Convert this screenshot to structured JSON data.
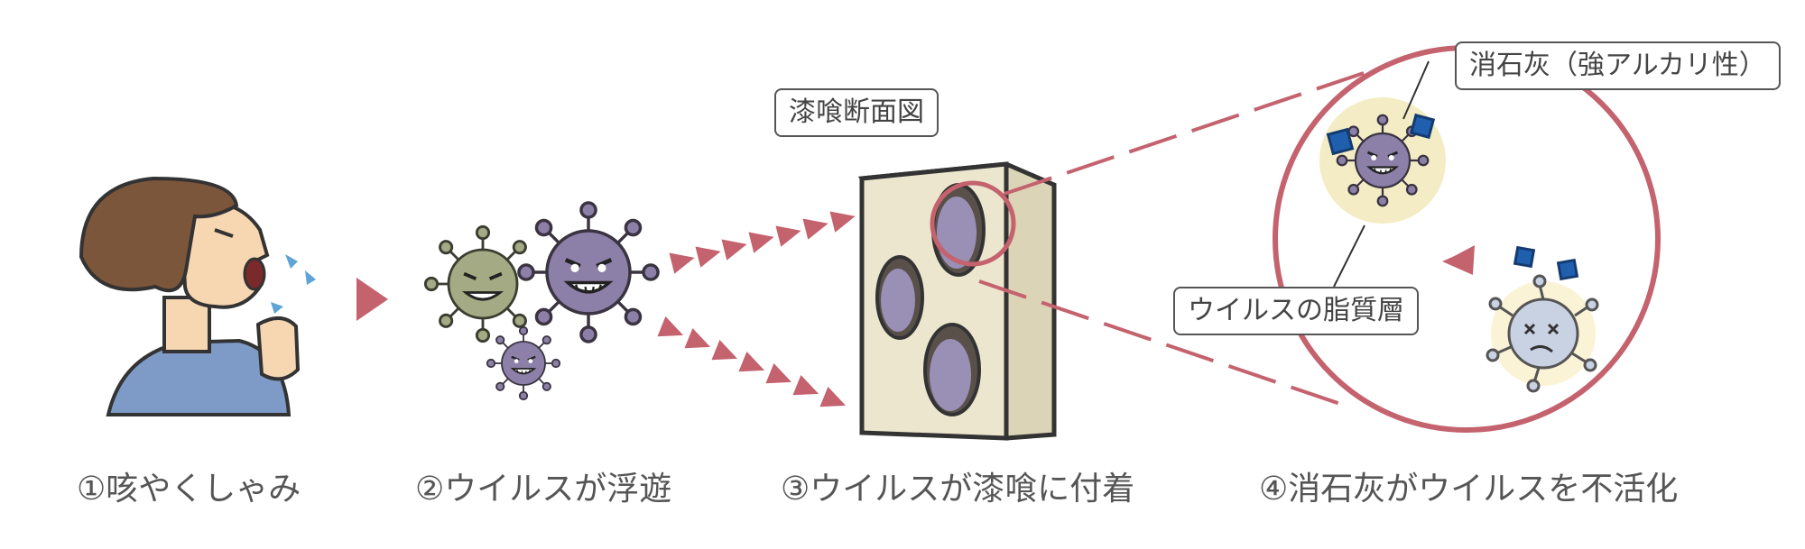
{
  "colors": {
    "accent_arrow": "#c4626e",
    "zoom_circle": "#c4626e",
    "virus_purple": "#8c7fa8",
    "virus_green": "#a3aa84",
    "plaster": "#ede6cf",
    "lime_particle": "#1f5fae",
    "caption_text": "#555555"
  },
  "labels": {
    "section_label": "漆喰断面図",
    "slaked_lime": "消石灰（強アルカリ性）",
    "lipid_layer": "ウイルスの脂質層"
  },
  "steps": [
    {
      "caption": "①咳やくしゃみ",
      "icon": "sneezing-person-icon"
    },
    {
      "caption": "②ウイルスが浮遊",
      "icon": "floating-virus-icon"
    },
    {
      "caption": "③ウイルスが漆喰に付着",
      "icon": "plaster-block-icon"
    },
    {
      "caption": "④消石灰がウイルスを不活化",
      "icon": "inactivated-virus-icon"
    }
  ]
}
